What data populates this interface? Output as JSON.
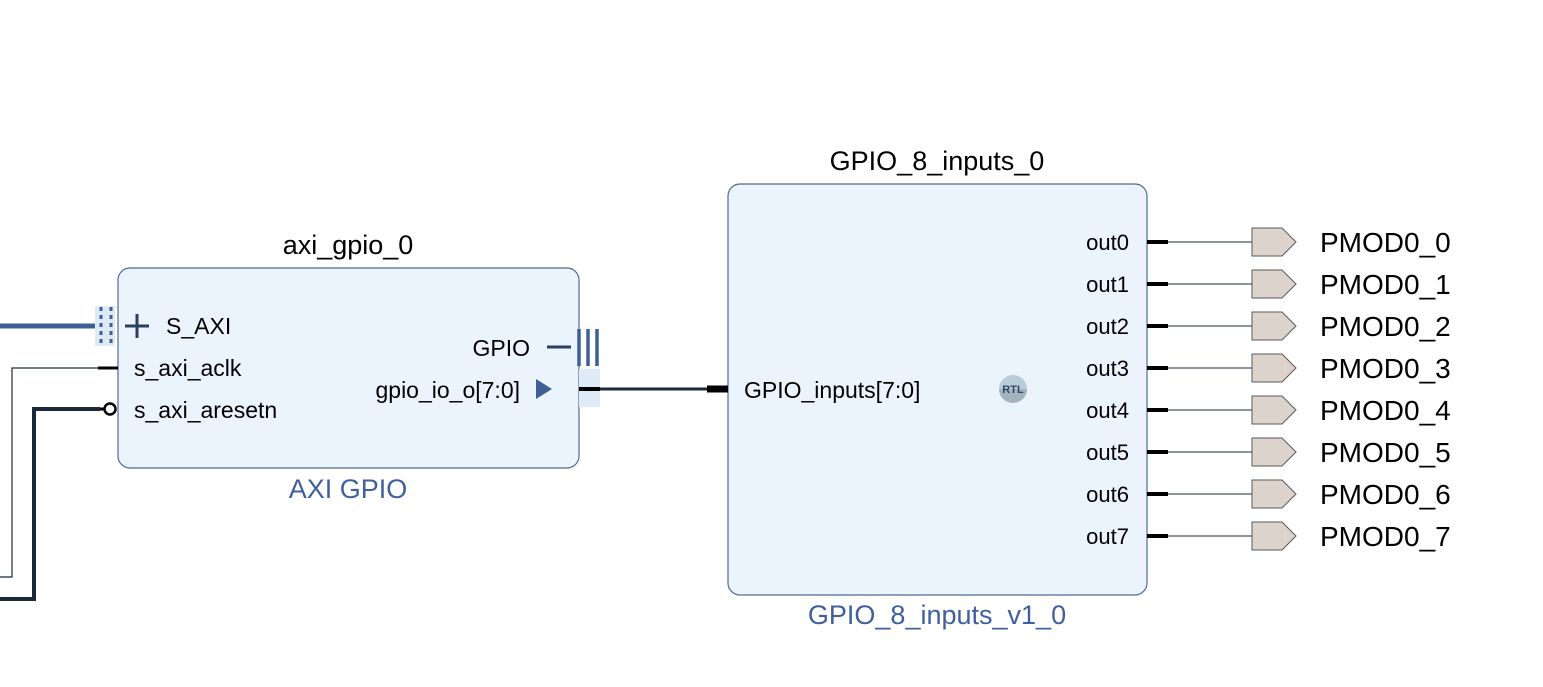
{
  "blocks": {
    "axi_gpio": {
      "instance_name": "axi_gpio_0",
      "ip_name": "AXI GPIO",
      "ports_left": [
        "S_AXI",
        "s_axi_aclk",
        "s_axi_aresetn"
      ],
      "port_right_interface": "GPIO",
      "port_right_bus": "gpio_io_o[7:0]"
    },
    "gpio_8_inputs": {
      "instance_name": "GPIO_8_inputs_0",
      "ip_name": "GPIO_8_inputs_v1_0",
      "port_in": "GPIO_inputs[7:0]",
      "badge": "RTL",
      "outputs": [
        "out0",
        "out1",
        "out2",
        "out3",
        "out4",
        "out5",
        "out6",
        "out7"
      ]
    }
  },
  "external_ports": [
    "PMOD0_0",
    "PMOD0_1",
    "PMOD0_2",
    "PMOD0_3",
    "PMOD0_4",
    "PMOD0_5",
    "PMOD0_6",
    "PMOD0_7"
  ],
  "colors": {
    "block_fill": "#ebf3fc",
    "block_border": "#4f6b93",
    "ip_label": "#3f5f9e",
    "interface": "#3d5f95",
    "wire": "#1b2a3a",
    "port_fill": "#dcd3cd",
    "port_stroke": "#5a5a5a"
  }
}
